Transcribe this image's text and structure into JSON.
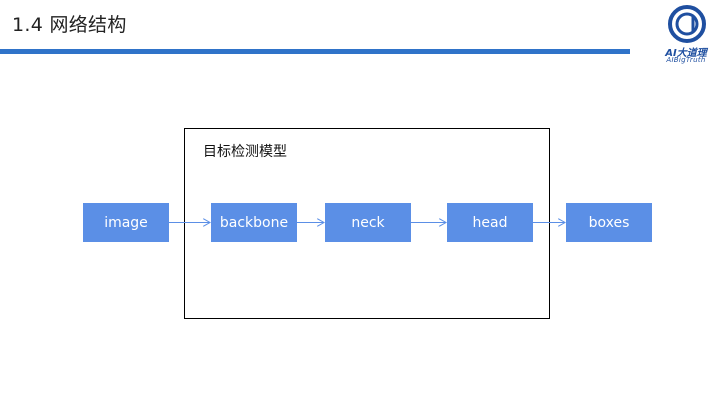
{
  "header": {
    "title": "1.4 网络结构",
    "logo_text_cn": "AI大道理",
    "logo_text_en": "AIBigTruth",
    "accent_color": "#2f73c9"
  },
  "diagram": {
    "frame_label": "目标检测模型",
    "nodes": [
      {
        "id": "image",
        "label": "image"
      },
      {
        "id": "backbone",
        "label": "backbone"
      },
      {
        "id": "neck",
        "label": "neck"
      },
      {
        "id": "head",
        "label": "head"
      },
      {
        "id": "boxes",
        "label": "boxes"
      }
    ],
    "edges": [
      [
        "image",
        "backbone"
      ],
      [
        "backbone",
        "neck"
      ],
      [
        "neck",
        "head"
      ],
      [
        "head",
        "boxes"
      ]
    ],
    "node_color": "#5b8fe6",
    "edge_color": "#5b8fe6"
  }
}
